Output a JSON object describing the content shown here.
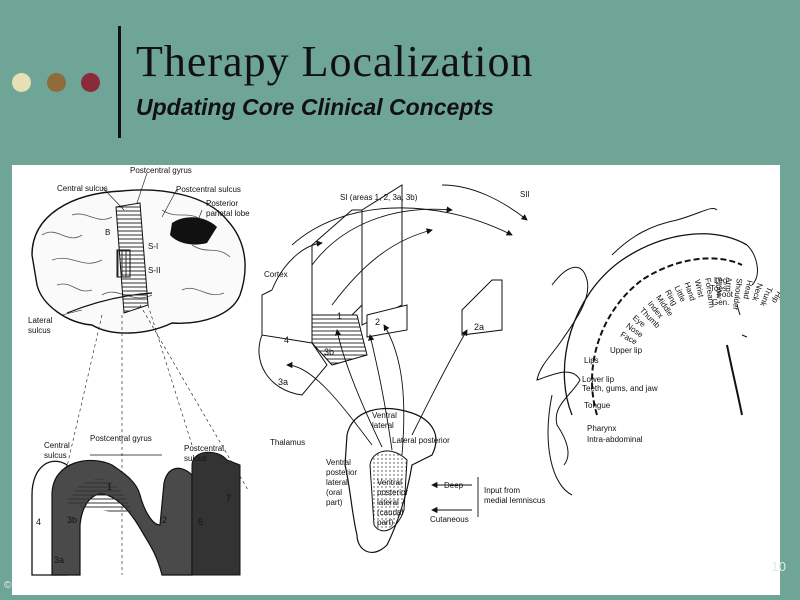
{
  "slide": {
    "title": "Therapy Localization",
    "subtitle": "Updating Core Clinical Concepts",
    "accent_colors": {
      "background": "#6fa597",
      "dot1": "#e6e1b4",
      "dot2": "#8f6c3a",
      "dot3": "#8a2a3b"
    },
    "footer_left": "©",
    "footer_right": "10"
  },
  "figure": {
    "brain_labels": {
      "postcentral_gyrus": "Postcentral gyrus",
      "central_sulcus": "Central sulcus",
      "postcentral_sulcus": "Postcentral sulcus",
      "posterior_parietal_lobe_1": "Posterior",
      "posterior_parietal_lobe_2": "parietal lobe",
      "b": "B",
      "si": "S-I",
      "sii": "S-II",
      "lateral_sulcus_1": "Lateral",
      "lateral_sulcus_2": "sulcus"
    },
    "section_labels": {
      "central_sulcus_1": "Central",
      "central_sulcus_2": "sulcus",
      "postcentral_gyrus": "Postcentral gyrus",
      "postcentral_sulcus_1": "Postcentral",
      "postcentral_sulcus_2": "sulcus",
      "area_4": "4",
      "area_3b": "3b",
      "area_1": "1",
      "area_2": "2",
      "area_5": "5",
      "area_7": "7",
      "area_3a": "3a"
    },
    "pathway_labels": {
      "si_areas": "SI (areas 1, 2, 3a, 3b)",
      "sii": "SII",
      "cortex": "Cortex",
      "area_4": "4",
      "area_1": "1",
      "area_2": "2",
      "area_2a": "2a",
      "area_3b": "3b",
      "area_3a": "3a",
      "thalamus": "Thalamus",
      "ventral_lateral_1": "Ventral",
      "ventral_lateral_2": "lateral",
      "lateral_posterior": "Lateral posterior",
      "vpl_oral": [
        "Ventral",
        "posterior",
        "lateral",
        "(oral",
        "part)"
      ],
      "vpl_caudal": [
        "Ventral",
        "posterior",
        "lateral",
        "(caudal",
        "part)"
      ],
      "deep": "Deep",
      "cutaneous": "Cutaneous",
      "input_1": "Input from",
      "input_2": "medial lemniscus"
    },
    "homunculus_labels": {
      "radial": [
        "Hip",
        "Trunk",
        "Neck",
        "Head",
        "Shoulder",
        "Arm",
        "Elbow",
        "Forearm",
        "Wrist",
        "Hand",
        "Little",
        "Ring",
        "Middle",
        "Index",
        "Thumb",
        "Eye",
        "Nose",
        "Face"
      ],
      "right": [
        "Leg",
        "Foot",
        "Toes",
        "Gen."
      ],
      "lower": [
        "Upper lip",
        "Lips",
        "Lower lip",
        "Teeth, gums, and jaw",
        "Tongue",
        "Pharynx",
        "Intra-abdominal"
      ]
    }
  }
}
